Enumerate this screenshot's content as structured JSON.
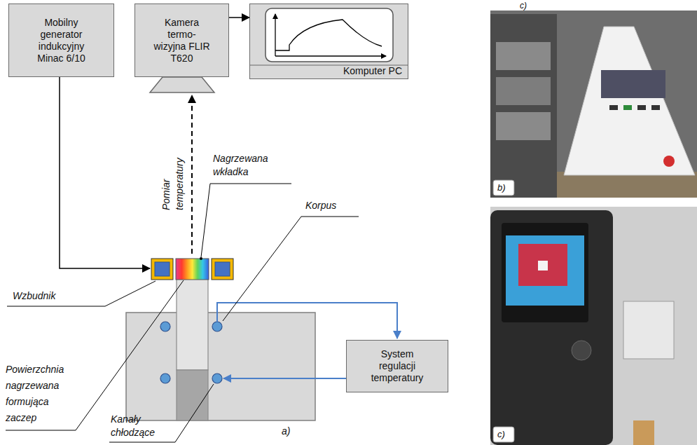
{
  "diagram": {
    "nodes": [
      {
        "text": [
          "Mobilny generator indukcyjny Minac 6/10"
        ]
      },
      {
        "text": [
          "Kamera termo- wizyjna FLIR T620"
        ]
      },
      {
        "text": [
          "Komputer PC"
        ]
      },
      {
        "text": [
          "System regulacji temperatury"
        ]
      }
    ],
    "edges": [
      {
        "from": 1,
        "to": 2,
        "arrow": "to"
      }
    ],
    "labels": [
      "c)",
      "Nagrzewana wkładka",
      "Pomiar temperatury",
      "Korpus",
      "b)",
      "Wzbudnik",
      "c)",
      "Powierzchnia nagrzewana formująca zaczep",
      "Kanały chłodzące",
      "a)"
    ]
  }
}
